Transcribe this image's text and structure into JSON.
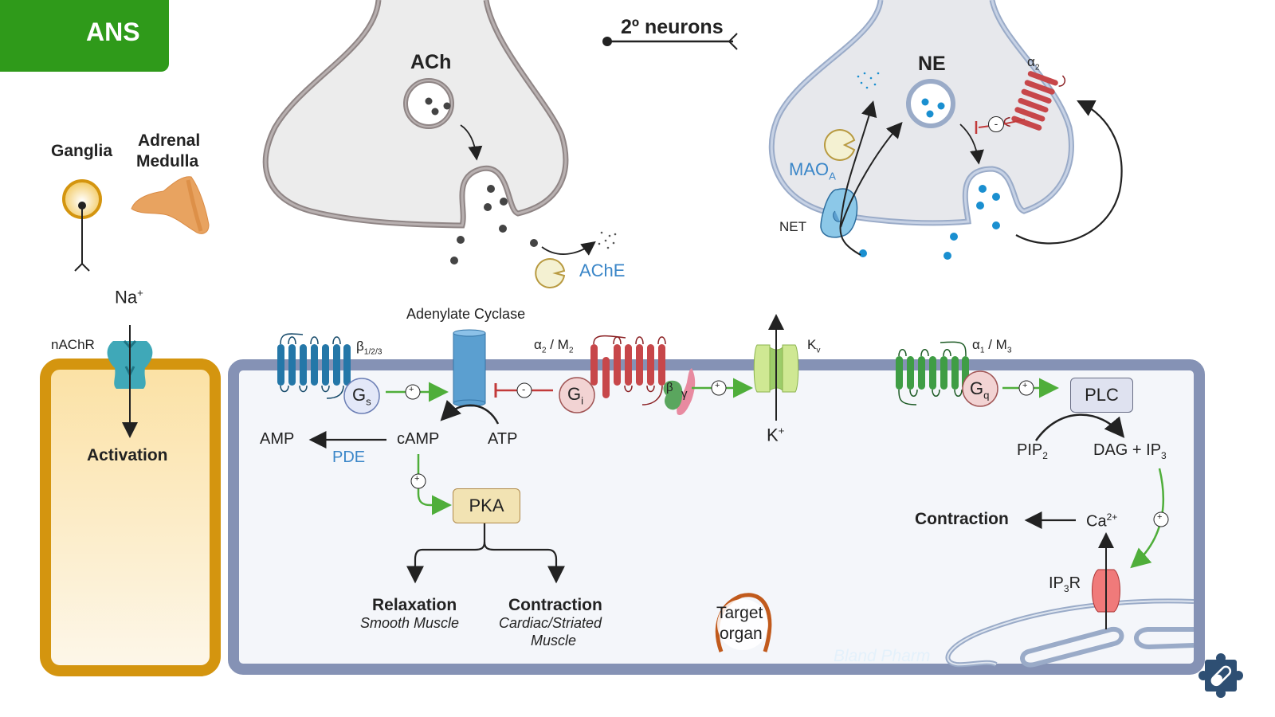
{
  "header": {
    "badge_label": "ANS",
    "badge_icon": "brain-icon",
    "badge_color": "#2f9a1a"
  },
  "top": {
    "neurons_label": "2º neurons",
    "ganglia_label": "Ganglia",
    "adrenal_label_1": "Adrenal",
    "adrenal_label_2": "Medulla"
  },
  "cholinergic_terminal": {
    "neurotransmitter": "ACh",
    "enzyme": "AChE"
  },
  "adrenergic_terminal": {
    "neurotransmitter": "NE",
    "enzyme": "MAO",
    "enzyme_sub": "A",
    "transporter": "NET",
    "autoreceptor": "α",
    "autoreceptor_sub": "2",
    "inhibit_sign": "-"
  },
  "nicotinic": {
    "ion": "Na",
    "ion_sup": "+",
    "receptor": "nAChR",
    "effect": "Activation"
  },
  "cell": {
    "beta_receptor": "β",
    "beta_receptor_sub": "1/2/3",
    "gs": "G",
    "gs_sub": "s",
    "adenylate_cyclase": "Adenylate Cyclase",
    "a2m2_receptor_a": "α",
    "a2m2_sub_a": "2",
    "a2m2_mid": " / M",
    "a2m2_sub_b": "2",
    "gi": "G",
    "gi_sub": "i",
    "beta_subunit": "β",
    "gamma_subunit": "γ",
    "kv_channel": "K",
    "kv_sub": "v",
    "k_ion": "K",
    "k_ion_sup": "+",
    "amp": "AMP",
    "camp": "cAMP",
    "atp": "ATP",
    "pde": "PDE",
    "pka": "PKA",
    "relaxation": "Relaxation",
    "relaxation_sub": "Smooth Muscle",
    "contraction_1": "Contraction",
    "contraction_1_sub_a": "Cardiac/Striated",
    "contraction_1_sub_b": "Muscle",
    "a1m3_a": "α",
    "a1m3_sub_a": "1",
    "a1m3_mid": " / M",
    "a1m3_sub_b": "3",
    "gq": "G",
    "gq_sub": "q",
    "plc": "PLC",
    "pip2": "PIP",
    "pip2_sub": "2",
    "dag_ip3": "DAG + IP",
    "dag_ip3_sub": "3",
    "calcium": "Ca",
    "calcium_sup": "2+",
    "contraction_2": "Contraction",
    "ip3r": "IP",
    "ip3r_sub": "3",
    "ip3r_tail": "R",
    "target_1": "Target",
    "target_2": "organ",
    "plus_sign": "+",
    "minus_sign": "-"
  },
  "watermark": "Bland Pharm",
  "logo_icon": "puzzle-pill-icon",
  "colors": {
    "membrane": "#8592b5",
    "cell_fill": "#f4f6fa",
    "ganglion_border": "#d4950f",
    "activate_green": "#4fae3a",
    "inhibit_red": "#c23a3a",
    "beta_receptor": "#2477a8",
    "alpha2_receptor": "#c7474a",
    "alpha1_receptor": "#3f9d45",
    "enzyme_label_blue": "#3a86c8"
  }
}
